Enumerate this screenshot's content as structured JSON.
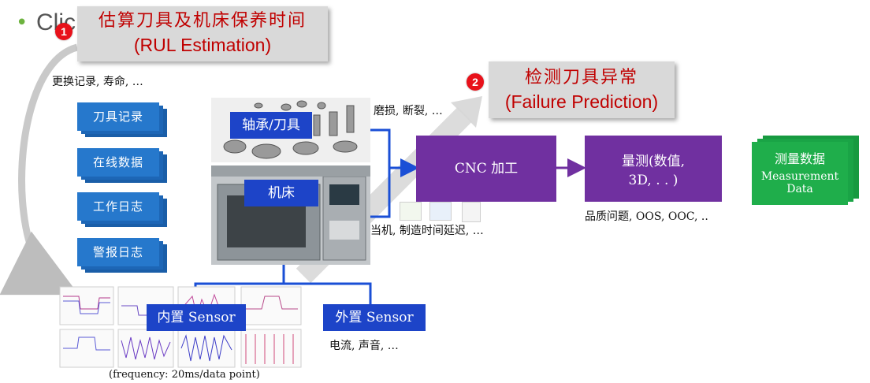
{
  "slide": {
    "bullet": "•",
    "title_fragment": "Clic"
  },
  "callout1": {
    "badge": "1",
    "title": "估算刀具及机床保养时间",
    "subtitle": "(RUL Estimation)"
  },
  "callout2": {
    "badge": "2",
    "title": "检测刀具异常",
    "subtitle": "(Failure Prediction)"
  },
  "notes": {
    "replace_life": "更换记录, 寿命, …",
    "wear_break": "磨损, 断裂, …",
    "downtime": "当机, 制造时间延迟, …",
    "quality": "品质问题, OOS, OOC, ..",
    "current_sound": "电流, 声音, …",
    "frequency": "(frequency: 20ms/data point)"
  },
  "records": [
    {
      "label": "刀具记录"
    },
    {
      "label": "在线数据"
    },
    {
      "label": "工作日志"
    },
    {
      "label": "警报日志"
    }
  ],
  "photo_labels": {
    "bearing_tool": "轴承/刀具",
    "machine": "机床"
  },
  "process": {
    "cnc": "CNC 加工",
    "measure_line1": "量测(数值,",
    "measure_line2": "3D, . . )"
  },
  "measurement_data": {
    "title": "测量数据",
    "line1": "Measurement",
    "line2": "Data"
  },
  "sensors": {
    "internal": "内置 Sensor",
    "external": "外置 Sensor"
  },
  "colors": {
    "callout_text": "#c00000",
    "record_blue": "#2678cc",
    "sensor_blue": "#1d44c8",
    "process_purple": "#7030a0",
    "data_green": "#1fae4b",
    "connector_blue": "#1a4fd6"
  }
}
